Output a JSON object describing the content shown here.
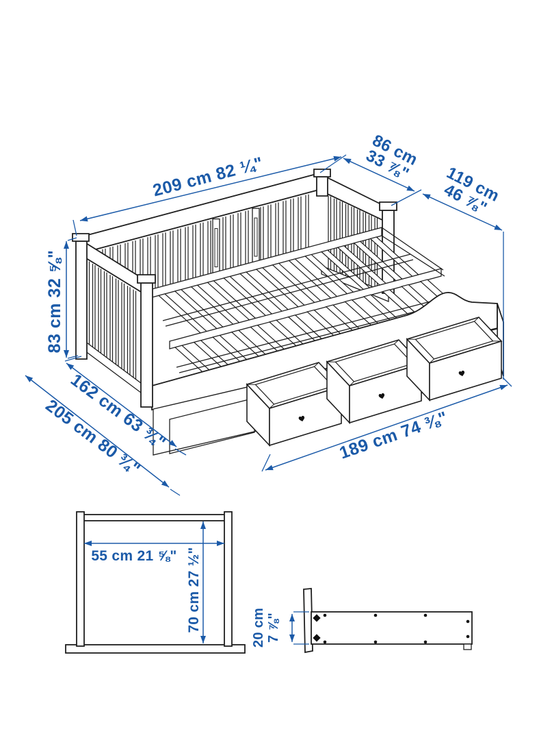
{
  "title": "daybed-dimension-diagram",
  "colors": {
    "dimension_blue": "#1b5aa8",
    "line_black": "#1f1f1f",
    "background": "#ffffff"
  },
  "main_diagram": {
    "name": "daybed-with-3-drawers-isometric",
    "dimensions": {
      "length": "209 cm 82 ¼\"",
      "depth_line1": "86 cm",
      "depth_line2": "33 ⅞\"",
      "diagonal_width_line1": "119 cm",
      "diagonal_width_line2": "46 ⅞\"",
      "height": "83 cm 32 ⅝\"",
      "extended_width": "162 cm 63 ¾\"",
      "extended_length": "205 cm 80 ¾\"",
      "drawer_span": "189 cm 74 ⅜\""
    }
  },
  "clearance_diagram": {
    "name": "under-frame-clearance-front-view",
    "width_label": "55 cm 21 ⅝\"",
    "height_label": "70 cm 27 ½\""
  },
  "side_diagram": {
    "name": "drawer-side-profile",
    "height_line1": "20 cm",
    "height_line2": "7 ⅞\""
  }
}
